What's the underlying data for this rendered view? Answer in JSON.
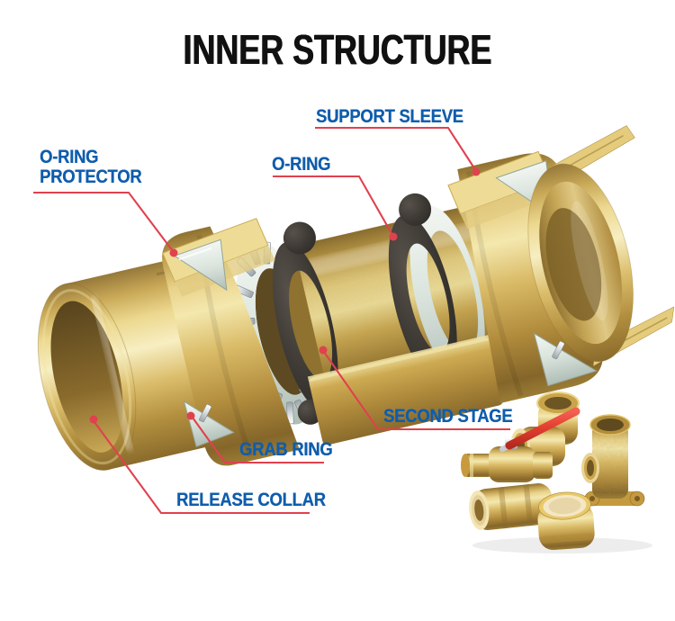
{
  "title": "INNER STRUCTURE",
  "labels": {
    "support_sleeve": "SUPPORT SLEEVE",
    "o_ring_protector": "O-RING PROTECTOR",
    "o_ring": "O-RING",
    "second_stage": "SECOND STAGE",
    "grab_ring": "GRAB RING",
    "release_collar": "RELEASE COLLAR"
  },
  "colors": {
    "label_blue": "#0f5dad",
    "leader_red": "#e0414e",
    "title_black": "#111111",
    "background": "#ffffff",
    "brass_light": "#f4e8ae",
    "brass_mid": "#d9ba66",
    "brass_dark": "#8a6b2c",
    "o_ring_black": "#36322e",
    "protector_mint": "#dfe8e2",
    "handle_red": "#e23c2e"
  },
  "illustration": {
    "subject": "brass push-fit coupling cutaway",
    "parts": [
      "release-collar",
      "grab-ring",
      "o-ring-protector",
      "o-ring",
      "inner-tube",
      "second-stage",
      "support-sleeve",
      "coupling-body"
    ],
    "product_items": [
      "ball-valve",
      "elbow-fitting",
      "drop-ear-elbow",
      "straight-coupling",
      "end-cap"
    ]
  }
}
